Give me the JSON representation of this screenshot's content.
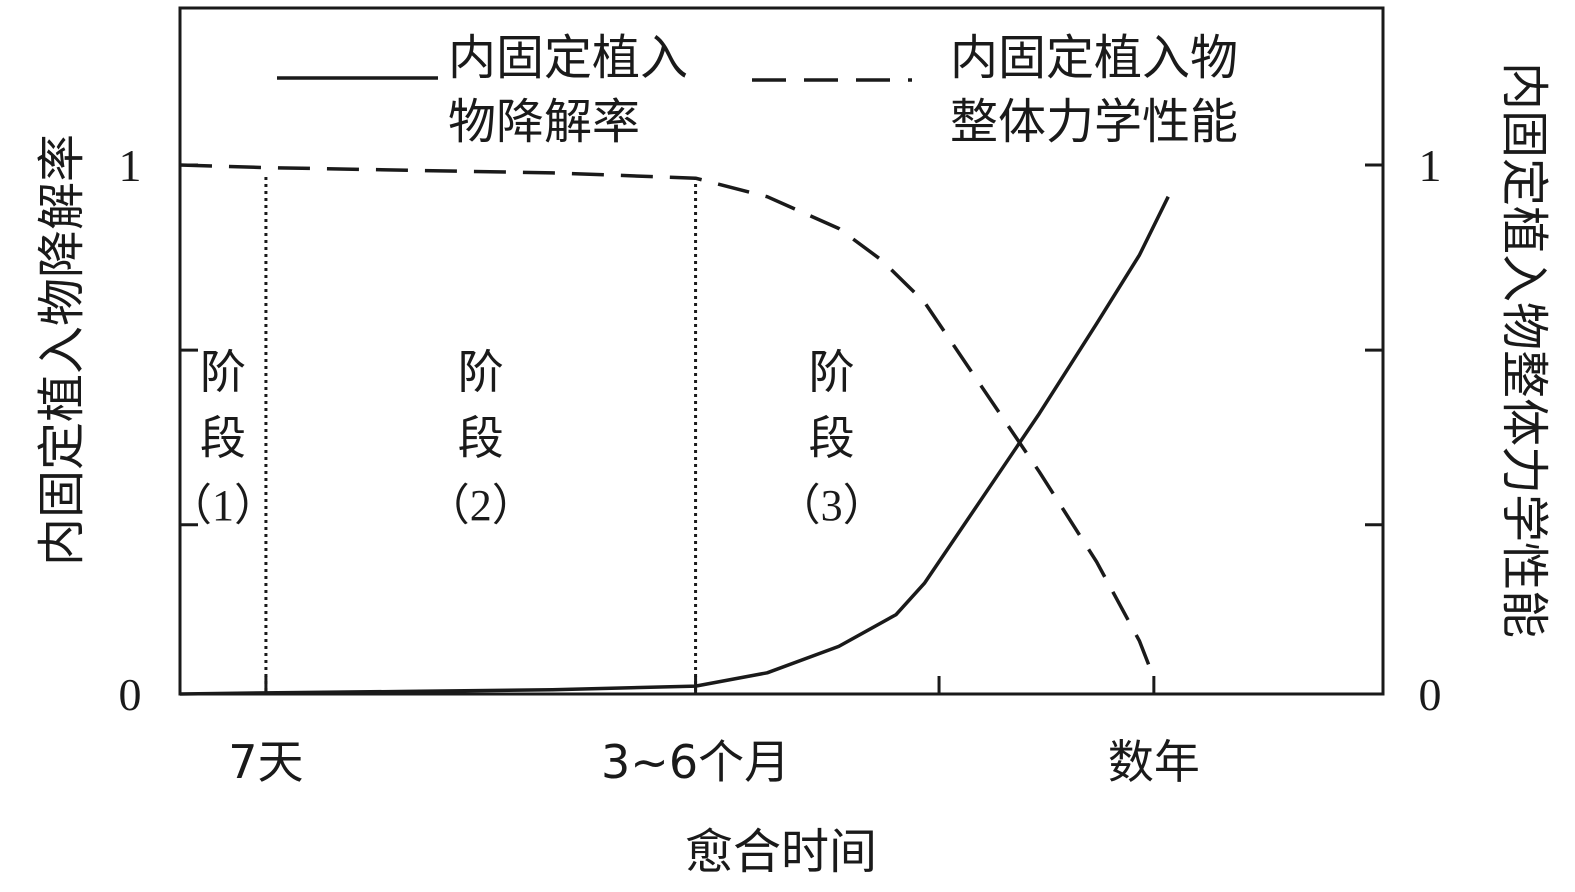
{
  "chart_data": {
    "type": "line",
    "xlabel": "愈合时间",
    "ylabel_left": "内固定植入物降解率",
    "ylabel_right": "内固定植入物整体力学性能",
    "x_ticks": [
      {
        "label": "7天",
        "x": 1
      },
      {
        "label": "3~6个月",
        "x": 4
      },
      {
        "label": "",
        "x": 5.7
      },
      {
        "label": "数年",
        "x": 7.2
      }
    ],
    "xlim": [
      0.4,
      8.8
    ],
    "ylim_left": [
      0,
      1
    ],
    "ylim_right": [
      0,
      1
    ],
    "y_ticks_left": [
      {
        "label": "0",
        "value": 0
      },
      {
        "label": "1",
        "value": 1
      }
    ],
    "y_ticks_right": [
      {
        "label": "0",
        "value": 0
      },
      {
        "label": "1",
        "value": 1
      }
    ],
    "minor_y_ticks": [
      0.32,
      0.65
    ],
    "stage_dividers": [
      1,
      4
    ],
    "stages": [
      {
        "label_line1": "阶",
        "label_line2": "段",
        "label_line3": "（1）",
        "x": 0.7,
        "y": 0.53
      },
      {
        "label_line1": "阶",
        "label_line2": "段",
        "label_line3": "（2）",
        "x": 2.5,
        "y": 0.53
      },
      {
        "label_line1": "阶",
        "label_line2": "段",
        "label_line3": "（3）",
        "x": 4.95,
        "y": 0.53
      }
    ],
    "series": [
      {
        "name": "内固定植入物降解率",
        "legend_line1": "内固定植入",
        "legend_line2": "物降解率",
        "style": "solid",
        "points": [
          [
            0.4,
            0
          ],
          [
            1,
            0.002
          ],
          [
            2,
            0.005
          ],
          [
            3,
            0.008
          ],
          [
            4,
            0.015
          ],
          [
            4.5,
            0.04
          ],
          [
            5,
            0.09
          ],
          [
            5.4,
            0.15
          ],
          [
            5.6,
            0.21
          ],
          [
            6,
            0.37
          ],
          [
            6.4,
            0.53
          ],
          [
            6.8,
            0.7
          ],
          [
            7.1,
            0.83
          ],
          [
            7.3,
            0.94
          ]
        ]
      },
      {
        "name": "内固定植入物整体力学性能",
        "legend_line1": "内固定植入物",
        "legend_line2": "整体力学性能",
        "style": "dashed",
        "points": [
          [
            0.4,
            1
          ],
          [
            1,
            0.995
          ],
          [
            2,
            0.99
          ],
          [
            3,
            0.985
          ],
          [
            4,
            0.975
          ],
          [
            4.5,
            0.94
          ],
          [
            5,
            0.88
          ],
          [
            5.3,
            0.82
          ],
          [
            5.6,
            0.74
          ],
          [
            6,
            0.58
          ],
          [
            6.4,
            0.42
          ],
          [
            6.8,
            0.25
          ],
          [
            7.1,
            0.1
          ],
          [
            7.2,
            0.03
          ]
        ]
      }
    ],
    "grid": false,
    "legend_position": "top"
  }
}
